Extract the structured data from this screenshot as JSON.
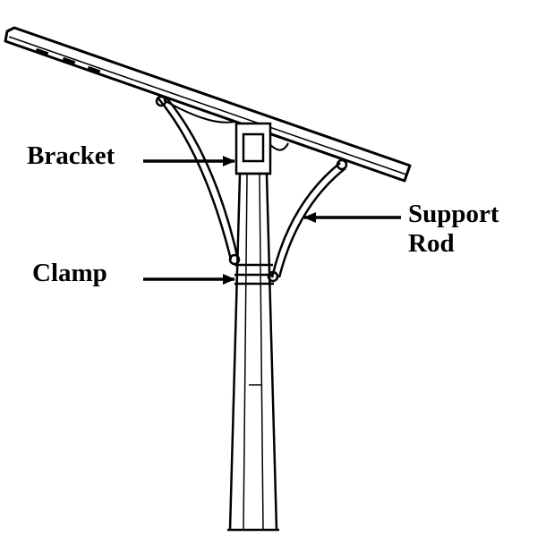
{
  "labels": {
    "bracket": "Bracket",
    "clamp": "Clamp",
    "support_line1": "Support",
    "support_line2": "Rod"
  },
  "colors": {
    "ink": "#000000",
    "background": "#ffffff"
  }
}
